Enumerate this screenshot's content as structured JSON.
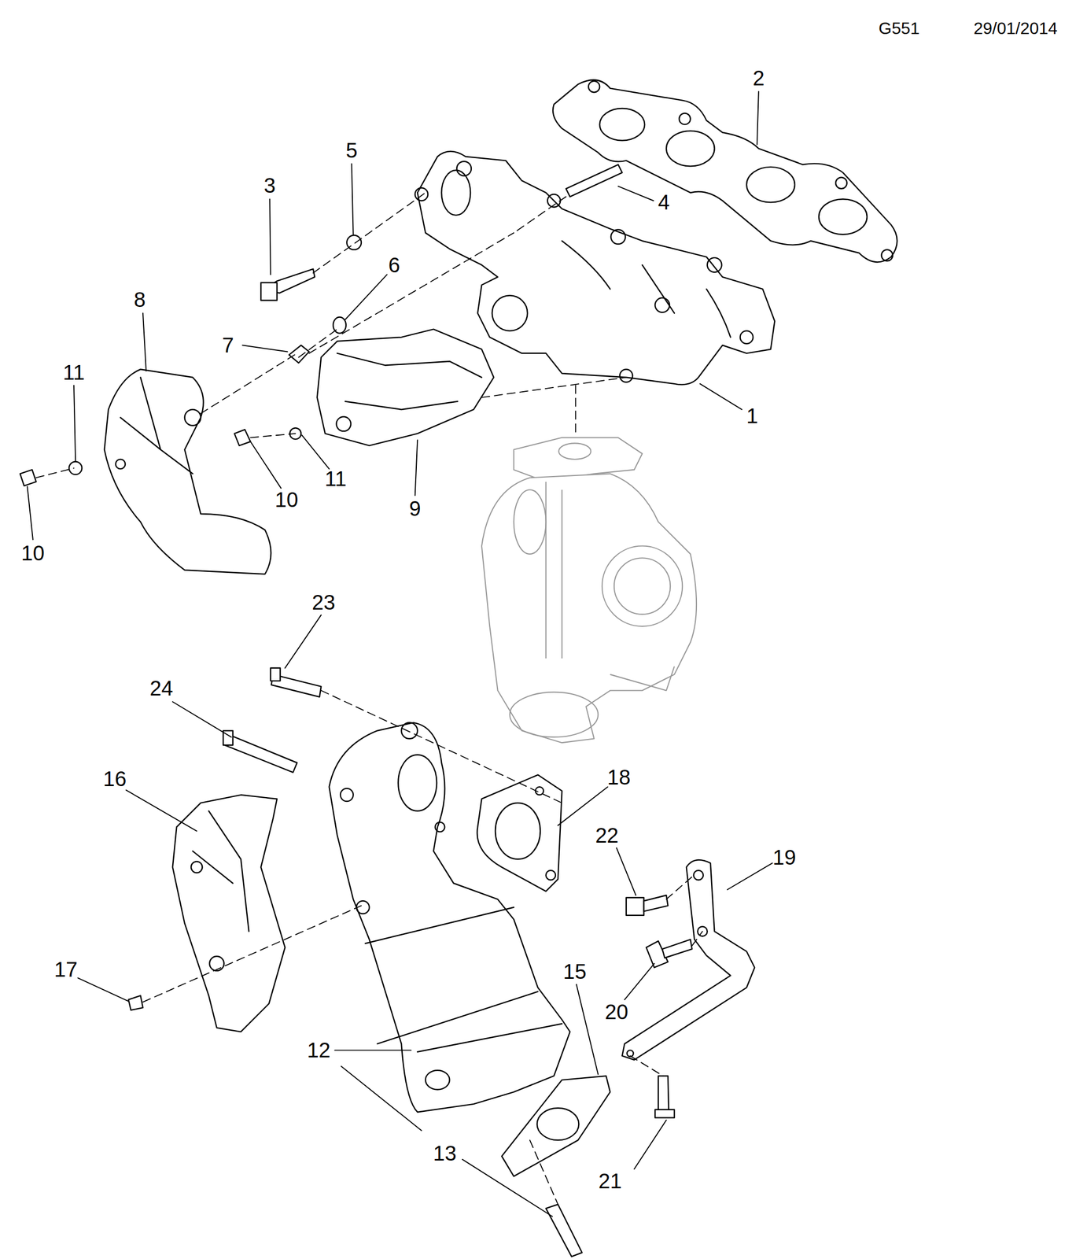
{
  "diagram": {
    "labels": [
      "G551",
      "29/01/2014",
      "2",
      "5",
      "3",
      "4",
      "6",
      "8",
      "7",
      "11",
      "1",
      "11",
      "10",
      "9",
      "10",
      "23",
      "24",
      "18",
      "16",
      "22",
      "19",
      "15",
      "17",
      "20",
      "12",
      "13",
      "21"
    ]
  }
}
